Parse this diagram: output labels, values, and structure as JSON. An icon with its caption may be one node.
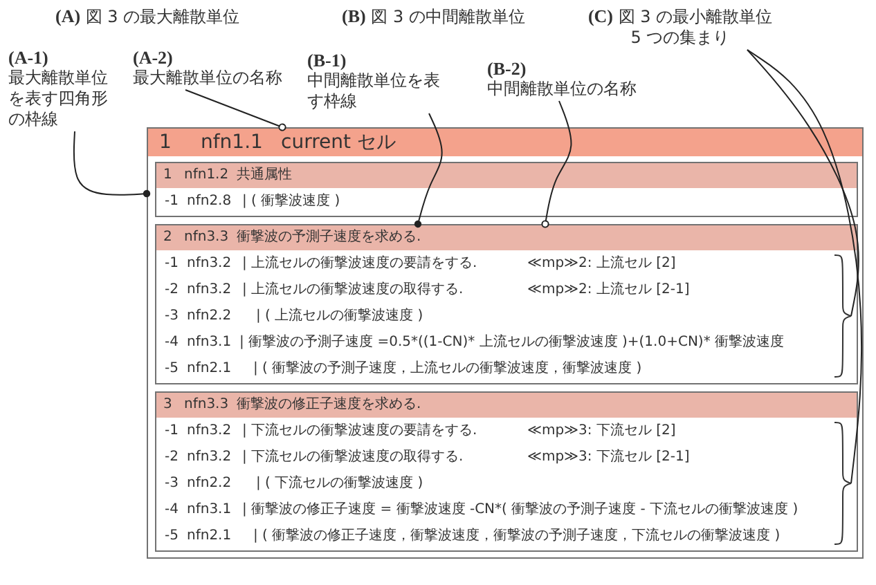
{
  "diagram": {
    "nodes": [
      {
        "text": [
          "(A-1)",
          "最大離散単位を表す四角形の枠線"
        ]
      },
      {
        "text": [
          "(A-2)",
          "最大離散単位の名称"
        ]
      },
      {
        "text": [
          "(B-1)",
          "中間離散単位を表す枠線"
        ]
      },
      {
        "text": [
          "(B-2)",
          "中間離散単位の名称"
        ]
      },
      {
        "text": [
          "**(C)** 図 3 の最小離散単位 5 つの集まり"
        ]
      },
      {
        "text": [
          "1",
          "nfn1.1",
          "current セル"
        ]
      },
      {
        "text": [
          "1",
          "nfn1.2",
          "共通属性",
          "-1",
          "nfn2.8",
          "| ( 衝撃波速度 )"
        ],
        "in": 5
      },
      {
        "text": [
          "2",
          "nfn3.3",
          "衝撃波の予測子速度を求める.",
          "-1",
          "nfn3.2",
          "| 上流セルの衝撃波速度の要請をする.",
          "≪mp≫2: 上流セル [2]",
          "-2",
          "nfn3.2",
          "| 上流セルの衝撃波速度の取得する.",
          "≪mp≫2: 上流セル [2-1]",
          "-3",
          "nfn2.2",
          "| ( 上流セルの衝撃波速度 )",
          "-4",
          "nfn3.1",
          "| 衝撃波の予測子速度 =0.5*((1-CN)* 上流セルの衝撃波速度 )+(1.0+CN)* 衝撃波速度",
          "-5",
          "nfn2.1",
          "| ( 衝撃波の予測子速度，上流セルの衝撃波速度，衝撃波速度 )"
        ],
        "in": 5
      },
      {
        "text": [],
        "shape": "brace",
        "in": 7
      },
      {
        "text": [
          "3",
          "nfn3.3",
          "衝撃波の修正子速度を求める.",
          "-1",
          "nfn3.2",
          "| 下流セルの衝撃波速度の要請をする.",
          "≪mp≫3: 下流セル [2]",
          "-2",
          "nfn3.2",
          "| 下流セルの衝撃波速度の取得する.",
          "≪mp≫3: 下流セル [2-1]",
          "-3",
          "nfn2.2",
          "| ( 下流セルの衝撃波速度 )",
          "-4",
          "nfn3.1",
          "| 衝撃波の修正子速度 = 衝撃波速度 -CN*( 衝撃波の予測子速度 - 下流セルの衝撃波速度 )",
          "-5",
          "nfn2.1",
          "| ( 衝撃波の修正子速度，衝撃波速度，衝撃波の予測子速度，下流セルの衝撃波速度 )"
        ],
        "in": 5
      },
      {
        "text": [],
        "shape": "brace",
        "in": 9
      }
    ],
    "edges": [
      {
        "from": 0,
        "to": 5,
        "arrow": "other"
      },
      {
        "from": 1,
        "to": 5,
        "arrow": "other"
      },
      {
        "from": 2,
        "to": 7,
        "arrow": "other"
      },
      {
        "from": 3,
        "to": 7,
        "arrow": "other"
      },
      {
        "from": 4,
        "to": 8,
        "arrow": "none"
      },
      {
        "from": 4,
        "to": 10,
        "arrow": "none"
      }
    ],
    "labels": [
      "**(A)** 図 3 の最大離散単位",
      "**(B)** 図 3 の中間離散単位"
    ]
  }
}
